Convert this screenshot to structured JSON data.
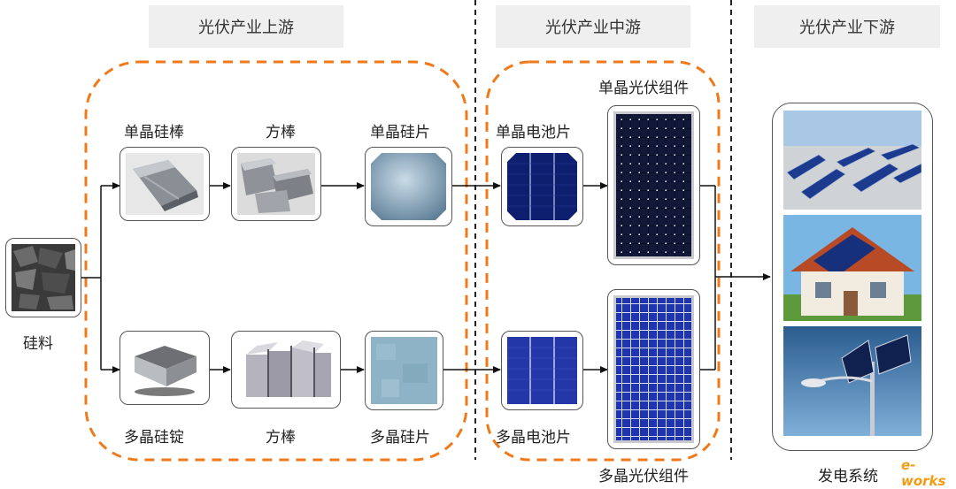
{
  "stages": {
    "upstream": "光伏产业上游",
    "midstream": "光伏产业中游",
    "downstream": "光伏产业下游"
  },
  "nodes": {
    "silicon_material": "硅料",
    "mono_ingot": "单晶硅棒",
    "mono_square_rod": "方棒",
    "mono_wafer": "单晶硅片",
    "poly_ingot": "多晶硅锭",
    "poly_square_rod": "方棒",
    "poly_wafer": "多晶硅片",
    "mono_cell": "单晶电池片",
    "poly_cell": "多晶电池片",
    "mono_module": "单晶光伏组件",
    "poly_module": "多晶光伏组件",
    "power_system": "发电系统"
  },
  "watermark": "e-works",
  "colors": {
    "dashed_region": "#f07a1a",
    "stage_divider": "#222222",
    "header_bg": "#efefef",
    "mono_cell_blue": "#0d1f6e",
    "poly_cell_blue": "#2437a8"
  }
}
